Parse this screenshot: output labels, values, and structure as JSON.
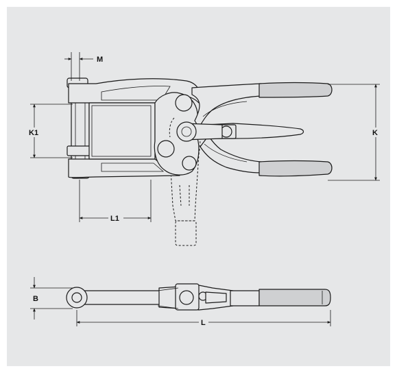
{
  "figure": {
    "background_color": "#e6e7e8",
    "line_color": "#1a1a1a",
    "views": [
      "top-view",
      "side-view"
    ]
  },
  "dimensions": {
    "M": "M",
    "K1": "K1",
    "K": "K",
    "L1": "L1",
    "B": "B",
    "L": "L"
  }
}
